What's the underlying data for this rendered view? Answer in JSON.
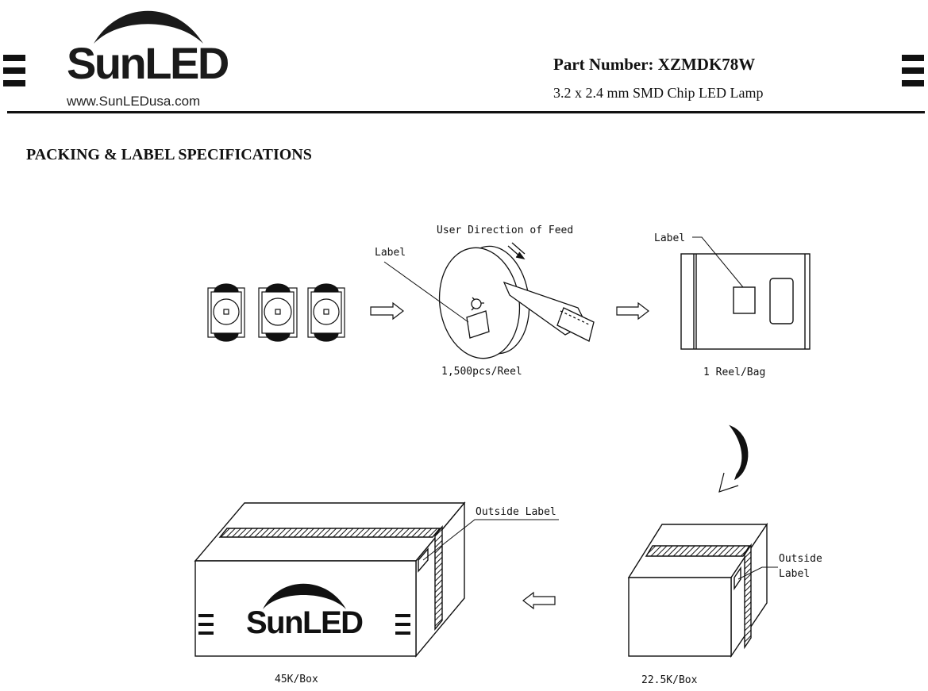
{
  "header": {
    "brand": "SunLED",
    "website": "www.SunLEDusa.com",
    "part_number": "Part Number: XZMDK78W",
    "description": "3.2 x 2.4 mm SMD Chip LED Lamp"
  },
  "section_title": "PACKING & LABEL SPECIFICATIONS",
  "diagram": {
    "feed_direction": "User Direction of Feed",
    "reel_label": "Label",
    "bag_label": "Label",
    "reel_quantity": "1,500pcs/Reel",
    "bag_quantity": "1 Reel/Bag",
    "large_box_label": "Outside Label",
    "small_box_label_line1": "Outside",
    "small_box_label_line2": "Label",
    "large_box_quantity": "45K/Box",
    "small_box_quantity": "22.5K/Box",
    "box_brand": "SunLED"
  }
}
